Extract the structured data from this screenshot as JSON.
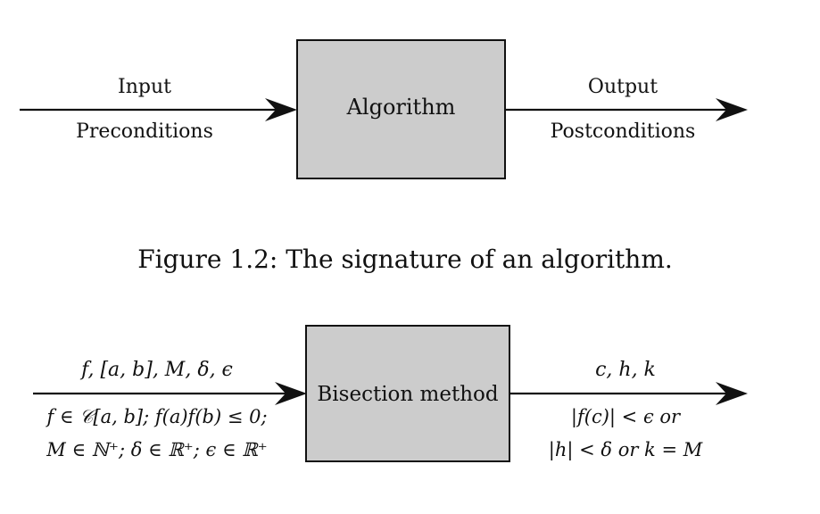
{
  "colors": {
    "box_fill": "#cccccc",
    "stroke": "#111111",
    "text": "#111111"
  },
  "diagram1": {
    "box_label": "Algorithm",
    "input_label": "Input",
    "input_sublabel": "Preconditions",
    "output_label": "Output",
    "output_sublabel": "Postconditions"
  },
  "caption": "Figure 1.2: The signature of an algorithm.",
  "diagram2": {
    "box_label": "Bisection method",
    "input_label": "f, [a, b], M, δ, ϵ",
    "input_cond_line1": "f ∈ 𝒞[a, b]; f(a)f(b) ≤ 0;",
    "input_cond_line2": "M ∈ ℕ⁺; δ ∈ ℝ⁺; ϵ ∈ ℝ⁺",
    "output_label": "c, h, k",
    "output_cond_line1": "|f(c)| < ϵ or",
    "output_cond_line2": "|h| < δ or k = M"
  }
}
